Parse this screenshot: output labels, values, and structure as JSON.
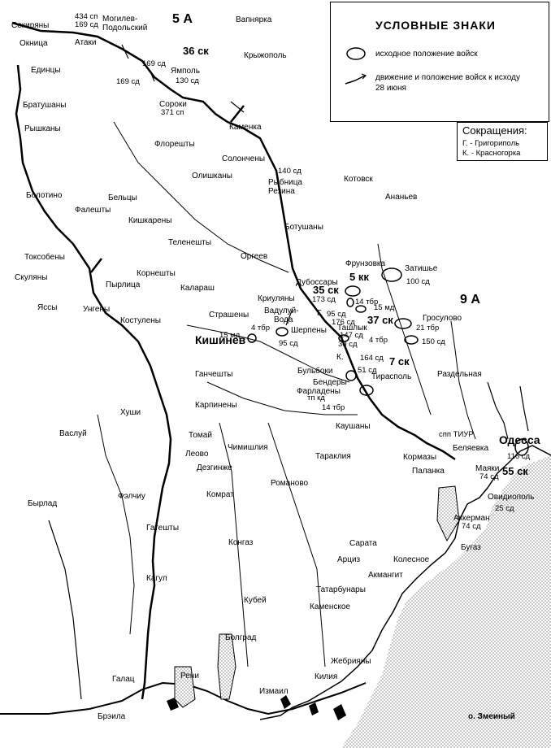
{
  "legend": {
    "title": "УСЛОВНЫЕ ЗНАКИ",
    "initial_positions": "исходное положение войск",
    "movement_line1": "движение и положение войск к исходу",
    "movement_line2": "28 июня"
  },
  "abbreviations": {
    "title": "Сокращения:",
    "g": "Г. - Григориполь",
    "k": "К. - Красногорка"
  },
  "armies": {
    "a5": "5 А",
    "a9": "9 А"
  },
  "corps": {
    "c36": "36 ск",
    "c35": "35 ск",
    "c37": "37 ск",
    "c7": "7 ск",
    "c55": "55 ск",
    "k5": "5 кк"
  },
  "cities": {
    "sekiryany": "Секиряны",
    "mogilev1": "Могилев-",
    "mogilev2": "Подольский",
    "vapnyarka": "Вапнярка",
    "okniza": "Окница",
    "ataki": "Атаки",
    "kryzhopol": "Крыжополь",
    "edincy": "Единцы",
    "yampol": "Ямполь",
    "bratushany": "Братушаны",
    "soroki": "Сороки",
    "ryshkany": "Рышканы",
    "kamenka": "Каменка",
    "floreshty": "Флорешты",
    "solonceny": "Солончены",
    "olishkany": "Олишканы",
    "rybnica": "Рыбница",
    "rezina": "Резина",
    "kotovsk": "Котовск",
    "ananyev": "Ананьев",
    "bolotino": "Болотино",
    "belcy": "Бельцы",
    "faleshty": "Фалешты",
    "kishkareny": "Кишкарены",
    "botushany": "Ботушаны",
    "teleneshty": "Теленешты",
    "toksobeny": "Токсобены",
    "orgeev": "Оргеев",
    "frunzovka": "Фрунзовка",
    "zatishye": "Затишье",
    "skulyany": "Скуляны",
    "korneshty": "Корнешты",
    "dubossary": "Дубоссары",
    "pyrlica": "Пырлица",
    "kalarash": "Калараш",
    "yassy": "Яссы",
    "ungeny": "Унгены",
    "kriulyany": "Криуляны",
    "kostuleny": "Костулены",
    "strasheny": "Страшены",
    "vaduluy1": "Вадулуй-",
    "vaduluy2": "Вода",
    "grosulovo": "Гросулово",
    "sherpeny": "Шерпены",
    "tashlyk": "Ташлык",
    "kishinev": "Кишинев",
    "bulboki": "Бульбоки",
    "g": "Г.",
    "k": "К.",
    "gancheshty": "Ганчешты",
    "bendery": "Бендеры",
    "tiraspol": "Тирасполь",
    "razdelnaya": "Раздельная",
    "farladeny": "Фарладены",
    "karpineny": "Карпинены",
    "khushi": "Хуши",
    "kaushany": "Каушаны",
    "vaslui": "Васлуй",
    "tomay": "Томай",
    "chimishliya": "Чимишлия",
    "tarakliya": "Тараклия",
    "kormazy": "Кормазы",
    "belyaevka": "Беляевка",
    "odessa": "Одесса",
    "leovo": "Леово",
    "dezginzhe": "Дезгинже",
    "palanka": "Паланка",
    "mayaki": "Маяки",
    "romanovo": "Романово",
    "byrlad": "Бырлад",
    "felchiu": "Фэлчиу",
    "komrat": "Комрат",
    "ovidiopol": "Овидиополь",
    "akkerman": "Аккерман",
    "gateshty": "Гатешты",
    "kongaz": "Конгаз",
    "sarata": "Сарата",
    "bugaz": "Бугаз",
    "arciz": "Арциз",
    "kolesnoe": "Колесное",
    "akmangit": "Акмангит",
    "kagul": "Кагул",
    "tatarbunary": "Татарбунары",
    "kubey": "Кубей",
    "kamenskoe": "Каменское",
    "bolgrad": "Болград",
    "zhebriyany": "Жебрияны",
    "galac": "Галац",
    "reni": "Рени",
    "kiliya": "Килия",
    "izmail": "Измаил",
    "braila": "Брэила",
    "zmeiny": "о. Змеиный"
  },
  "units": {
    "u434": "434 сп",
    "u169a": "169 сд",
    "u169b": "169 сд",
    "u169c": "169 сд",
    "u130": "130 сд",
    "u371": "371 сп",
    "u140": "140 сд",
    "u100": "100 сд",
    "u173": "173 сд",
    "u14tbr": "14 тбр",
    "u15md": "15 мд",
    "u95a": "95 сд",
    "u176": "176 сд",
    "u147": "147 сд",
    "u4tbr": "4 тбр",
    "u21tbr": "21 тбр",
    "u150": "150 сд",
    "u15md2": "15 мд",
    "u4tbr2": "4 тбр",
    "u95b": "95 сд",
    "u30": "30 сд",
    "u164": "164 сд",
    "u51": "51 сд",
    "utpkd": "тп кд",
    "u14tbr2": "14 тбр",
    "usppt": "спп ТИУР",
    "u116": "116 сд",
    "u74a": "74 сд",
    "u25": "25 сд",
    "u74b": "74 сд"
  },
  "colors": {
    "ink": "#000000",
    "paper": "#ffffff",
    "hatch": "#bdbdbd"
  }
}
